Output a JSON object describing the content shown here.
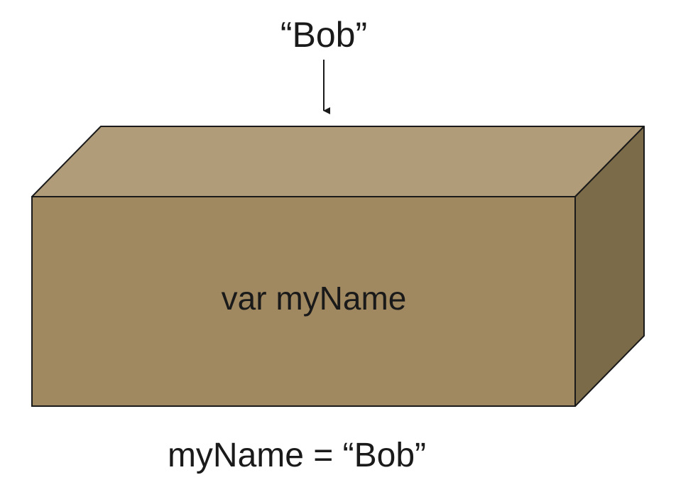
{
  "top_value": "“Bob”",
  "box_label": "var myName",
  "assignment": "myName = “Bob”",
  "colors": {
    "front_face": "#A08860",
    "top_face": "#B09C78",
    "side_face": "#7C6B49",
    "outline": "#1a1a1a"
  }
}
